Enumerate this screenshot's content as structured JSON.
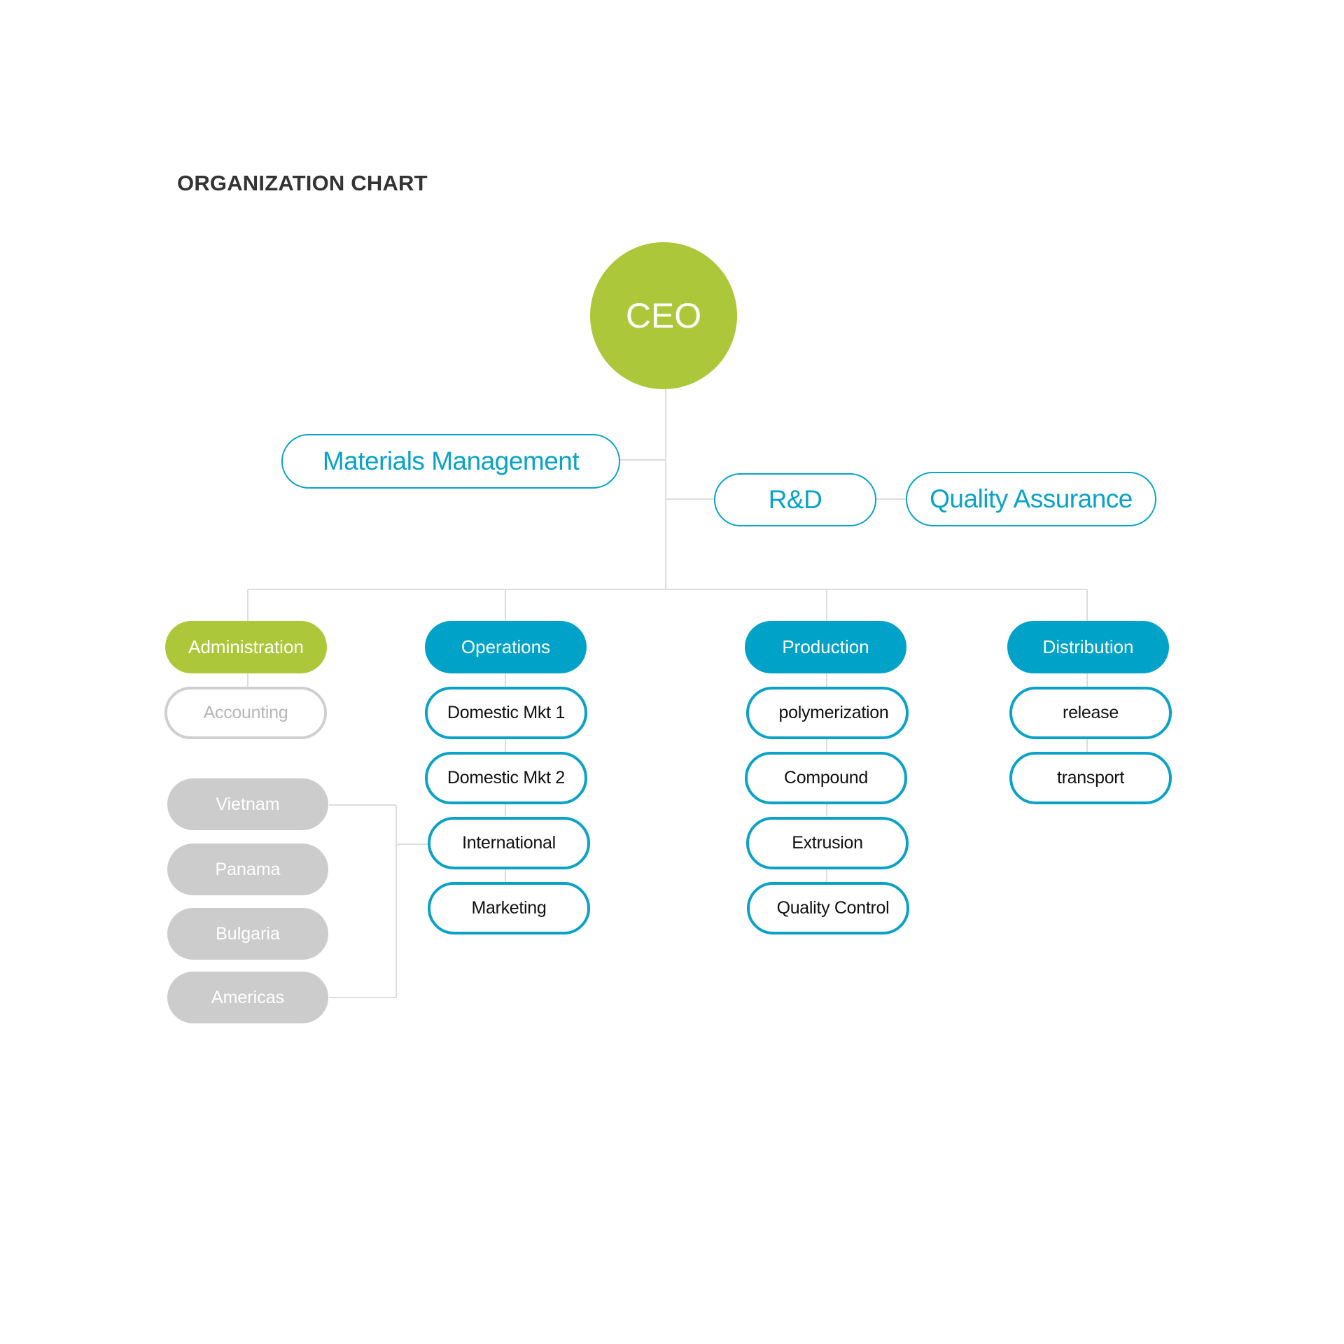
{
  "title": "ORGANIZATION CHART",
  "colors": {
    "accent_blue": "#00a3c7",
    "accent_green": "#acc83a",
    "gray": "#cccccc",
    "line": "#dddddd"
  },
  "ceo": "CEO",
  "staff": {
    "materials_management": "Materials Management",
    "rnd": "R&D",
    "quality_assurance": "Quality Assurance"
  },
  "departments": {
    "administration": {
      "label": "Administration",
      "items": [
        "Accounting"
      ]
    },
    "operations": {
      "label": "Operations",
      "items": [
        "Domestic Mkt 1",
        "Domestic Mkt 2",
        "International",
        "Marketing"
      ]
    },
    "production": {
      "label": "Production",
      "items": [
        "polymerization",
        "Compound",
        "Extrusion",
        "Quality Control"
      ]
    },
    "distribution": {
      "label": "Distribution",
      "items": [
        "release",
        "transport"
      ]
    }
  },
  "regions": [
    "Vietnam",
    "Panama",
    "Bulgaria",
    "Americas"
  ]
}
